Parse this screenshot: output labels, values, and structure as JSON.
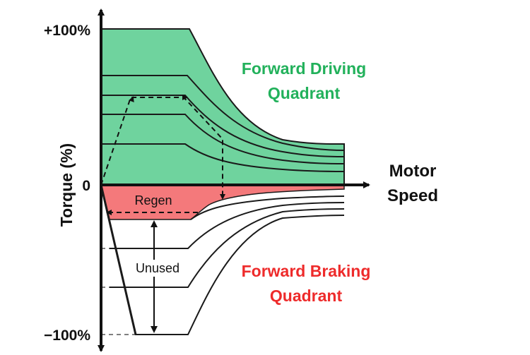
{
  "axes": {
    "y_label": "Torque (%)",
    "x_label_line1": "Motor",
    "x_label_line2": "Speed",
    "tick_top": "+100%",
    "tick_zero": "0",
    "tick_bottom": "−100%"
  },
  "regions": {
    "driving_line1": "Forward Driving",
    "driving_line2": "Quadrant",
    "braking_line1": "Forward Braking",
    "braking_line2": "Quadrant",
    "regen": "Regen",
    "unused": "Unused"
  },
  "colors": {
    "driving_fill": "#6fd39e",
    "driving_text": "#22b15b",
    "regen_fill": "#f4797b",
    "braking_text": "#ee2b2b",
    "curve": "#1a1a1a",
    "axis": "#111111"
  }
}
